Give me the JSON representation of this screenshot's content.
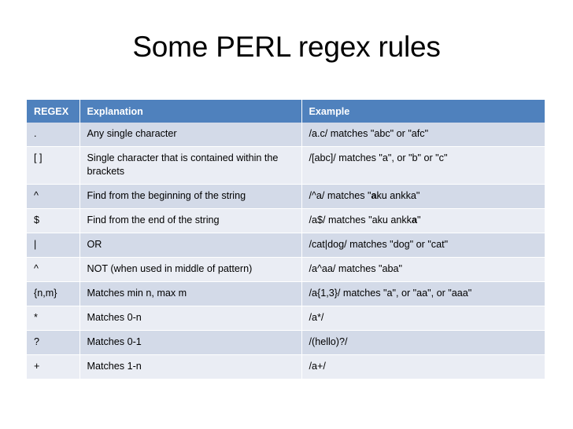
{
  "slide": {
    "title": "Some PERL regex rules",
    "background_color": "#ffffff"
  },
  "table": {
    "header_bg": "#4f81bd",
    "header_text_color": "#ffffff",
    "row_odd_bg": "#d3dae8",
    "row_even_bg": "#eaedf4",
    "columns": [
      "REGEX",
      "Explanation",
      "Example"
    ],
    "rows": [
      {
        "regex": ".",
        "explanation": "Any single character",
        "example_pre": "/a.c/ matches \"abc\" or \"afc\"",
        "example_bold": "",
        "example_post": ""
      },
      {
        "regex": "[ ]",
        "explanation": "Single character that is contained within the brackets",
        "example_pre": "/[abc]/ matches \"a\", or \"b\" or \"c\"",
        "example_bold": "",
        "example_post": ""
      },
      {
        "regex": "^",
        "explanation": "Find from the beginning of the string",
        "example_pre": "/^a/ matches \"",
        "example_bold": "a",
        "example_post": "ku ankka\""
      },
      {
        "regex": "$",
        "explanation": "Find from the end of the string",
        "example_pre": "/a$/ matches \"aku ankk",
        "example_bold": "a",
        "example_post": "\""
      },
      {
        "regex": "|",
        "explanation": "OR",
        "example_pre": "/cat|dog/ matches \"dog\" or \"cat\"",
        "example_bold": "",
        "example_post": ""
      },
      {
        "regex": "^",
        "explanation": "NOT (when used in middle of pattern)",
        "example_pre": "/a^aa/ matches \"aba\"",
        "example_bold": "",
        "example_post": ""
      },
      {
        "regex": "{n,m}",
        "explanation": "Matches min n, max m",
        "example_pre": "/a{1,3}/ matches \"a\", or \"aa\", or \"aaa\"",
        "example_bold": "",
        "example_post": ""
      },
      {
        "regex": "*",
        "explanation": "Matches 0-n",
        "example_pre": "/a*/",
        "example_bold": "",
        "example_post": ""
      },
      {
        "regex": "?",
        "explanation": "Matches 0-1",
        "example_pre": "/(hello)?/",
        "example_bold": "",
        "example_post": ""
      },
      {
        "regex": "+",
        "explanation": "Matches 1-n",
        "example_pre": "/a+/",
        "example_bold": "",
        "example_post": ""
      }
    ]
  }
}
